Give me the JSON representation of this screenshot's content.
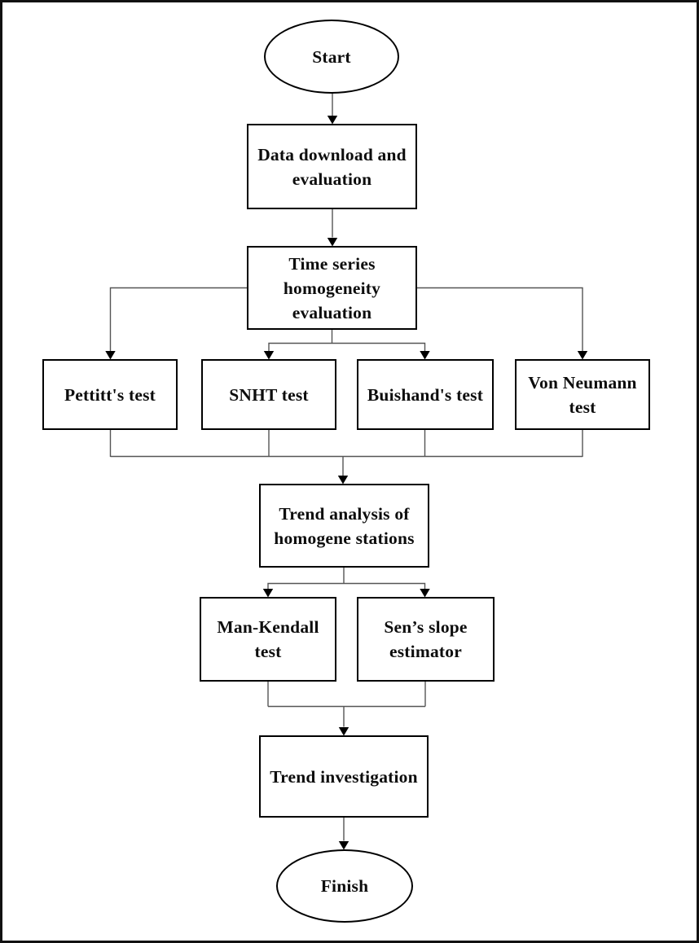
{
  "diagram": {
    "type": "flowchart",
    "colors": {
      "background": "#ffffff",
      "node_border": "#000000",
      "connector_line": "#555555",
      "arrowhead": "#000000",
      "text": "#0d0d0d",
      "outer_border": "#111111"
    },
    "nodes": {
      "start": {
        "shape": "ellipse",
        "label": "Start"
      },
      "data_download": {
        "shape": "process",
        "label": "Data download and\nevaluation"
      },
      "time_series": {
        "shape": "process",
        "label": "Time series\nhomogeneity\nevaluation"
      },
      "pettitts": {
        "shape": "process",
        "label": "Pettitt's test"
      },
      "snht": {
        "shape": "process",
        "label": "SNHT test"
      },
      "buishands": {
        "shape": "process",
        "label": "Buishand's test"
      },
      "von_neumann": {
        "shape": "process",
        "label": "Von Neumann\ntest"
      },
      "trend_analysis": {
        "shape": "process",
        "label": "Trend analysis of\nhomogene stations"
      },
      "man_kendall": {
        "shape": "process",
        "label": "Man-Kendall\ntest"
      },
      "sens_slope": {
        "shape": "process",
        "label": "Sen’s slope\nestimator"
      },
      "trend_investigation": {
        "shape": "process",
        "label": "Trend investigation"
      },
      "finish": {
        "shape": "ellipse",
        "label": "Finish"
      }
    },
    "edges": [
      {
        "from": "start",
        "to": "data_download"
      },
      {
        "from": "data_download",
        "to": "time_series"
      },
      {
        "from": "time_series",
        "to": "pettitts"
      },
      {
        "from": "time_series",
        "to": "snht"
      },
      {
        "from": "time_series",
        "to": "buishands"
      },
      {
        "from": "time_series",
        "to": "von_neumann"
      },
      {
        "from": "pettitts",
        "to": "trend_analysis"
      },
      {
        "from": "snht",
        "to": "trend_analysis"
      },
      {
        "from": "buishands",
        "to": "trend_analysis"
      },
      {
        "from": "von_neumann",
        "to": "trend_analysis"
      },
      {
        "from": "trend_analysis",
        "to": "man_kendall"
      },
      {
        "from": "trend_analysis",
        "to": "sens_slope"
      },
      {
        "from": "man_kendall",
        "to": "trend_investigation"
      },
      {
        "from": "sens_slope",
        "to": "trend_investigation"
      },
      {
        "from": "trend_investigation",
        "to": "finish"
      }
    ]
  }
}
